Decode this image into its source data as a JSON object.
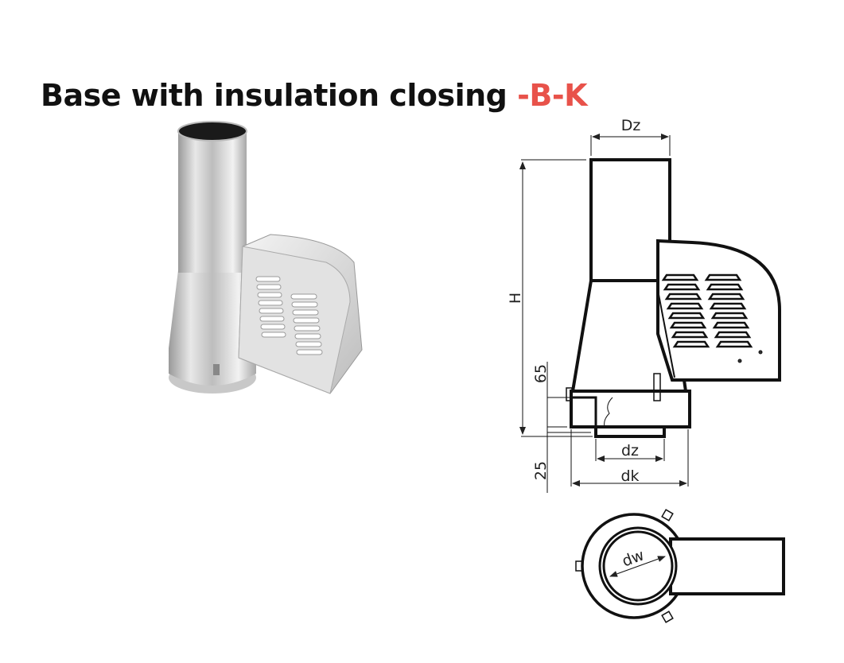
{
  "title": {
    "main": "Base with insulation closing ",
    "suffix": "-B-K",
    "suffix_color": "#e8524a"
  },
  "drawing": {
    "dim_Dz": "Dz",
    "dim_H": "H",
    "dim_65": "65",
    "dim_25": "25",
    "dim_dz": "dz",
    "dim_dk": "dk",
    "dim_dw": "dw"
  }
}
